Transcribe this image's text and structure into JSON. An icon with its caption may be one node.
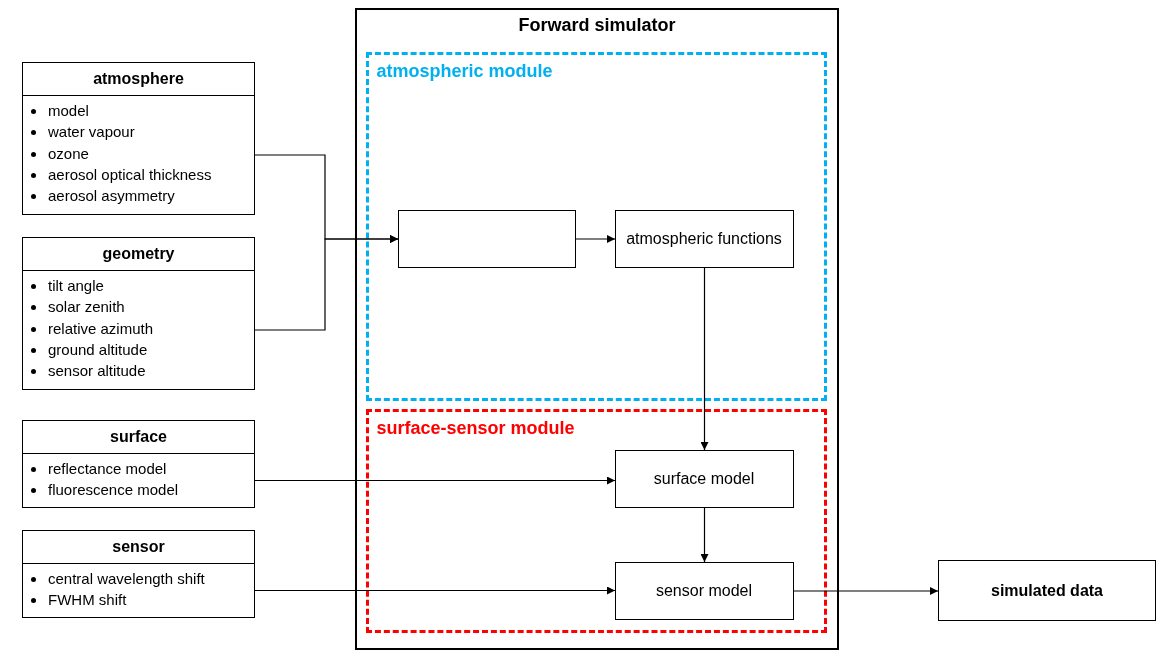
{
  "diagram": {
    "nodes": [
      {
        "text": [
          "Forward simulator"
        ]
      },
      {
        "text": [
          "atmospheric module"
        ],
        "in": 0
      },
      {
        "text": [],
        "shape": "box",
        "in": 1
      },
      {
        "text": [
          "atmospheric functions"
        ],
        "in": 1
      },
      {
        "text": [
          "surface-sensor module"
        ],
        "in": 0
      },
      {
        "text": [
          "surface model"
        ],
        "in": 4
      },
      {
        "text": [
          "sensor model"
        ],
        "in": 4
      },
      {
        "text": [
          "atmosphere",
          "model",
          "water vapour",
          "ozone",
          "aerosol optical thickness",
          "aerosol asymmetry"
        ]
      },
      {
        "text": [
          "geometry",
          "tilt angle",
          "solar zenith",
          "relative azimuth",
          "ground altitude",
          "sensor altitude"
        ]
      },
      {
        "text": [
          "surface",
          "reflectance model",
          "fluorescence model"
        ]
      },
      {
        "text": [
          "sensor",
          "central wavelength shift",
          "FWHM shift"
        ]
      },
      {
        "text": [
          "simulated data"
        ]
      }
    ],
    "edges": [
      {
        "from": 7,
        "to": 2,
        "arrow": "to"
      },
      {
        "from": 8,
        "to": 2,
        "arrow": "to"
      },
      {
        "from": 2,
        "to": 3,
        "arrow": "to"
      },
      {
        "from": 3,
        "to": 5,
        "arrow": "to"
      },
      {
        "from": 9,
        "to": 5,
        "arrow": "to"
      },
      {
        "from": 5,
        "to": 6,
        "arrow": "to"
      },
      {
        "from": 10,
        "to": 6,
        "arrow": "to"
      },
      {
        "from": 6,
        "to": 11,
        "arrow": "to"
      }
    ]
  }
}
